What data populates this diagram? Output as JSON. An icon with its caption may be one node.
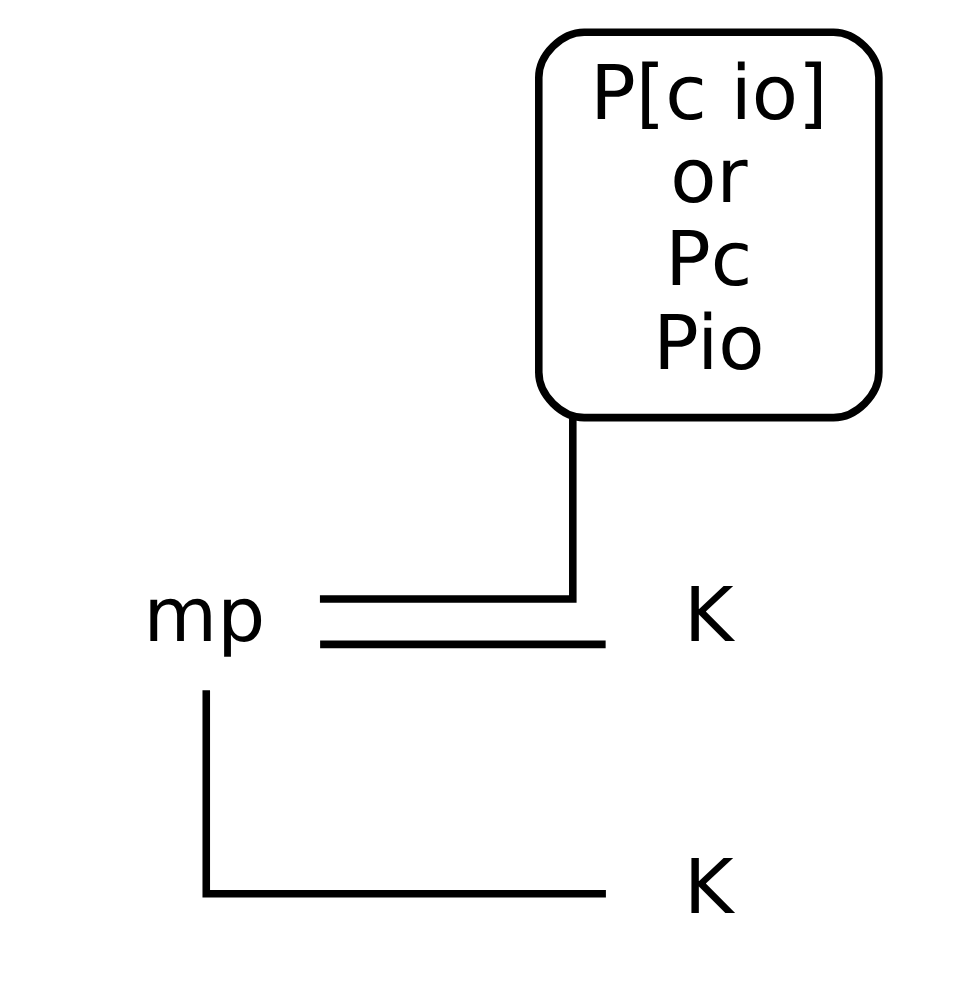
{
  "diagram": {
    "nodes": [
      {
        "text": [
          "mp"
        ]
      },
      {
        "text": [
          "P[c io]",
          "or",
          "Pc",
          "Pio"
        ]
      },
      {
        "text": [
          "K"
        ]
      },
      {
        "text": [
          "K"
        ]
      }
    ],
    "edges": [
      {
        "from": 0,
        "to": 1,
        "arrow": "none"
      },
      {
        "from": 0,
        "to": 2,
        "arrow": "none"
      },
      {
        "from": 0,
        "to": 3,
        "arrow": "none"
      }
    ]
  }
}
